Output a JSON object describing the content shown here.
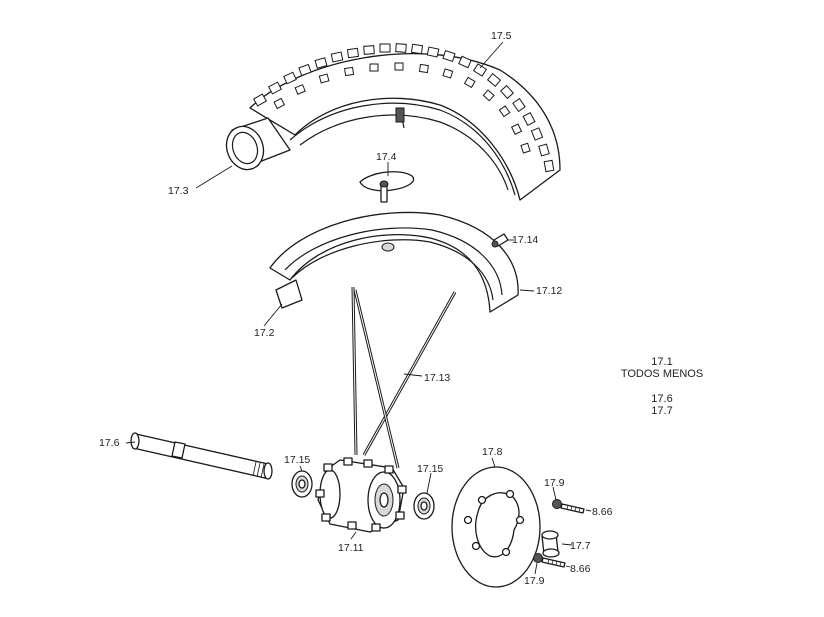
{
  "labels": {
    "p17_5": "17.5",
    "p17_3": "17.3",
    "p17_4": "17.4",
    "p17_14": "17.14",
    "p17_12": "17.12",
    "p17_2": "17.2",
    "p17_13": "17.13",
    "p17_6": "17.6",
    "p17_15_left": "17.15",
    "p17_15_right": "17.15",
    "p17_11": "17.11",
    "p17_8": "17.8",
    "p17_9_top": "17.9",
    "p8_66_top": "8.66",
    "p17_7": "17.7",
    "p17_9_bottom": "17.9",
    "p8_66_bottom": "8.66"
  },
  "note": {
    "line1": "17.1",
    "line2": "TODOS MENOS",
    "line3": "17.6",
    "line4": "17.7"
  }
}
